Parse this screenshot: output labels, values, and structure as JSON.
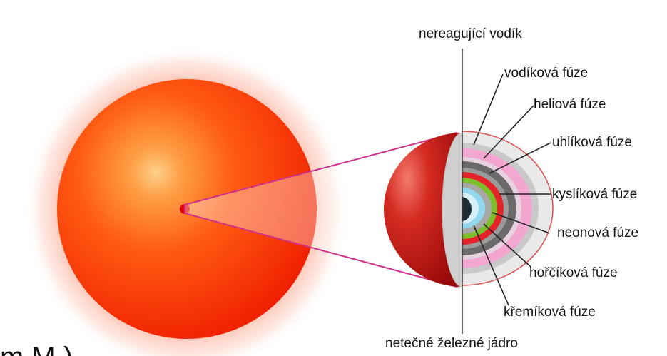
{
  "diagram": {
    "labels": {
      "top": "nereagující vodík",
      "hydrogen": "vodíková fúze",
      "helium": "heliová fúze",
      "carbon": "uhlíková fúze",
      "oxygen": "kyslíková fúze",
      "neon": "neonová fúze",
      "magnesium": "hořčíková fúze",
      "silicon": "křemíková fúze",
      "bottom": "netečné železné jádro"
    },
    "cut_off_text": "m M )"
  },
  "colors": {
    "star_outer": "#ff2d00",
    "star_inner": "#ffc27a",
    "hydrogen_envelope": "#e8e8e8",
    "helium_shell": "#f3a6cf",
    "carbon_shell": "#6a6a6a",
    "oxygen_shell": "#e42328",
    "neon_shell": "#7cbf2a",
    "magnesium_shell": "#a8a8a8",
    "silicon_shell": "#8fd8ee",
    "iron_core": "#1f2e36",
    "connector": "#d0308a"
  }
}
